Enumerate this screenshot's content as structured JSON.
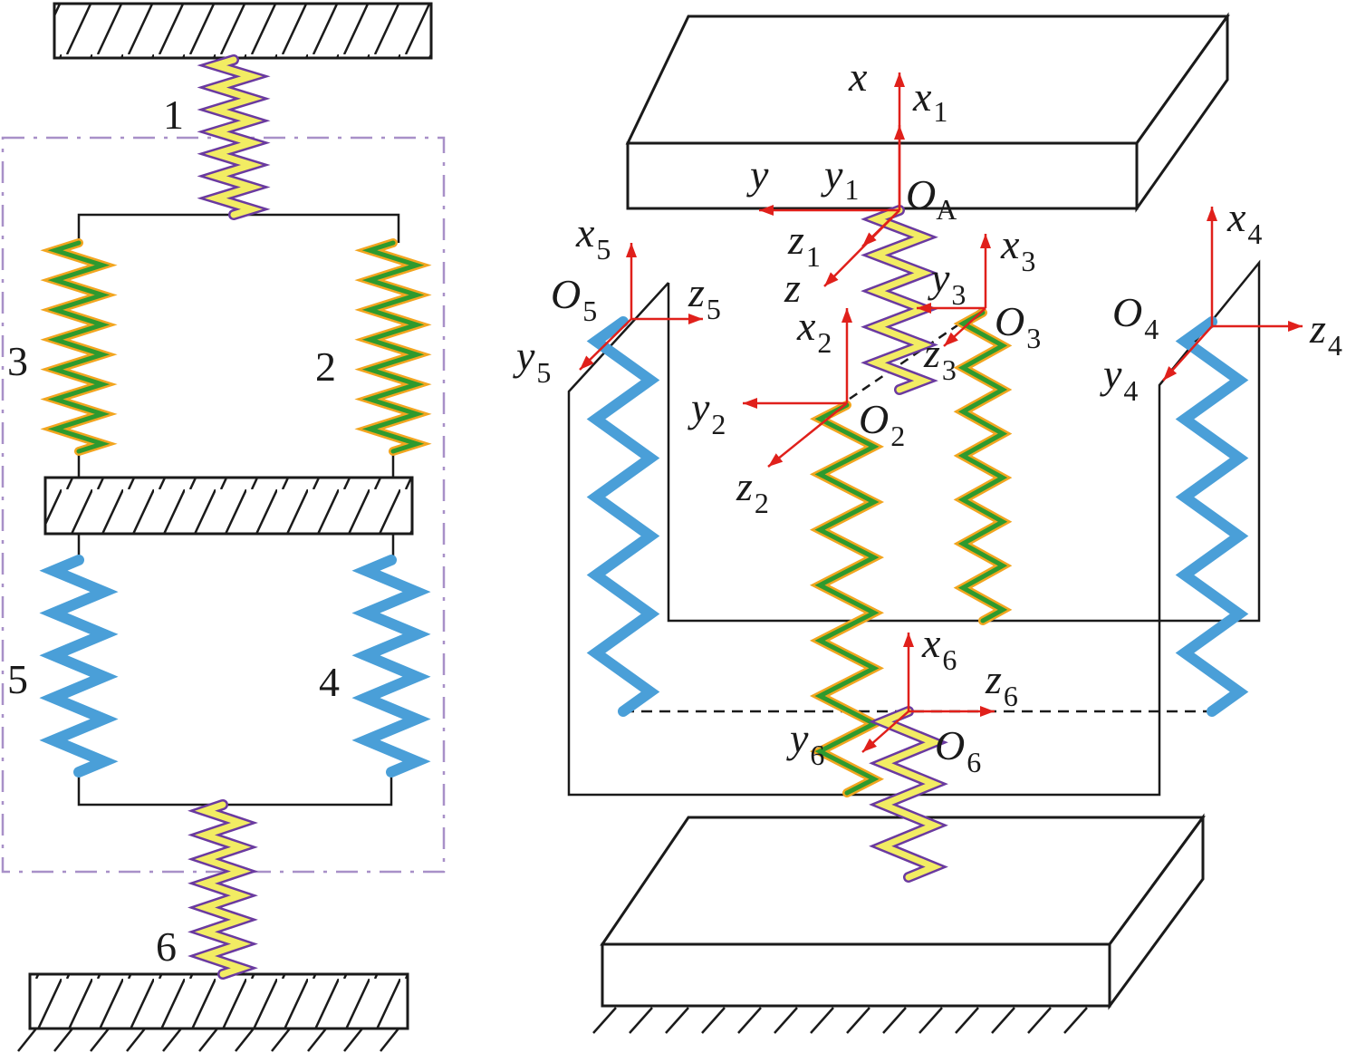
{
  "colors": {
    "purple_spring_outline": "#6a3aa0",
    "yellow_spring_fill": "#f2ec63",
    "green_spring": "#2e9a2e",
    "orange_spring_outline": "#f2a51f",
    "blue_spring": "#4a9fd8",
    "axis_red": "#e0201b",
    "boundary_dashdot": "#a890c8",
    "line": "#1a1a1a"
  },
  "schematic": {
    "spring_labels": [
      "1",
      "2",
      "3",
      "4",
      "5",
      "6"
    ]
  },
  "frames": [
    {
      "axes": [
        {
          "base": "x",
          "sub": ""
        },
        {
          "base": "y",
          "sub": ""
        },
        {
          "base": "z",
          "sub": ""
        }
      ],
      "origin": {
        "base": "O",
        "sub": "A"
      }
    },
    {
      "axes": [
        {
          "base": "x",
          "sub": "1"
        },
        {
          "base": "y",
          "sub": "1"
        },
        {
          "base": "z",
          "sub": "1"
        }
      ]
    },
    {
      "axes": [
        {
          "base": "x",
          "sub": "2"
        },
        {
          "base": "y",
          "sub": "2"
        },
        {
          "base": "z",
          "sub": "2"
        }
      ],
      "origin": {
        "base": "O",
        "sub": "2"
      }
    },
    {
      "axes": [
        {
          "base": "x",
          "sub": "3"
        },
        {
          "base": "y",
          "sub": "3"
        },
        {
          "base": "z",
          "sub": "3"
        }
      ],
      "origin": {
        "base": "O",
        "sub": "3"
      }
    },
    {
      "axes": [
        {
          "base": "x",
          "sub": "4"
        },
        {
          "base": "y",
          "sub": "4"
        },
        {
          "base": "z",
          "sub": "4"
        }
      ],
      "origin": {
        "base": "O",
        "sub": "4"
      }
    },
    {
      "axes": [
        {
          "base": "x",
          "sub": "5"
        },
        {
          "base": "y",
          "sub": "5"
        },
        {
          "base": "z",
          "sub": "5"
        }
      ],
      "origin": {
        "base": "O",
        "sub": "5"
      }
    },
    {
      "axes": [
        {
          "base": "x",
          "sub": "6"
        },
        {
          "base": "y",
          "sub": "6"
        },
        {
          "base": "z",
          "sub": "6"
        }
      ],
      "origin": {
        "base": "O",
        "sub": "6"
      }
    }
  ]
}
